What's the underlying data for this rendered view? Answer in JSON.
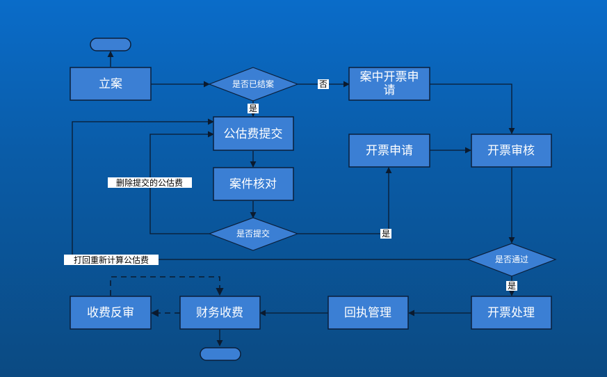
{
  "nodes": {
    "li_an": "立案",
    "shi_fou_yi_jie_an": "是否已结案",
    "an_zhong_kai_piao_line1": "案中开票申",
    "an_zhong_kai_piao_line2": "请",
    "gong_gu_fei_ti_jiao": "公估费提交",
    "an_jian_he_dui": "案件核对",
    "shi_fou_ti_jiao": "是否提交",
    "kai_piao_shen_qing": "开票申请",
    "kai_piao_shen_he": "开票审核",
    "shi_fou_tong_guo": "是否通过",
    "kai_piao_chu_li": "开票处理",
    "hui_zhi_guan_li": "回执管理",
    "cai_wu_shou_fei": "财务收费",
    "shou_fei_fan_shen": "收费反审"
  },
  "edge_labels": {
    "no_closed": "否",
    "yes_closed": "是",
    "yes_submit": "是",
    "delete_fee": "删除提交的公估费",
    "recalculate_fee": "打回重新计算公估费",
    "yes_pass": "是"
  }
}
